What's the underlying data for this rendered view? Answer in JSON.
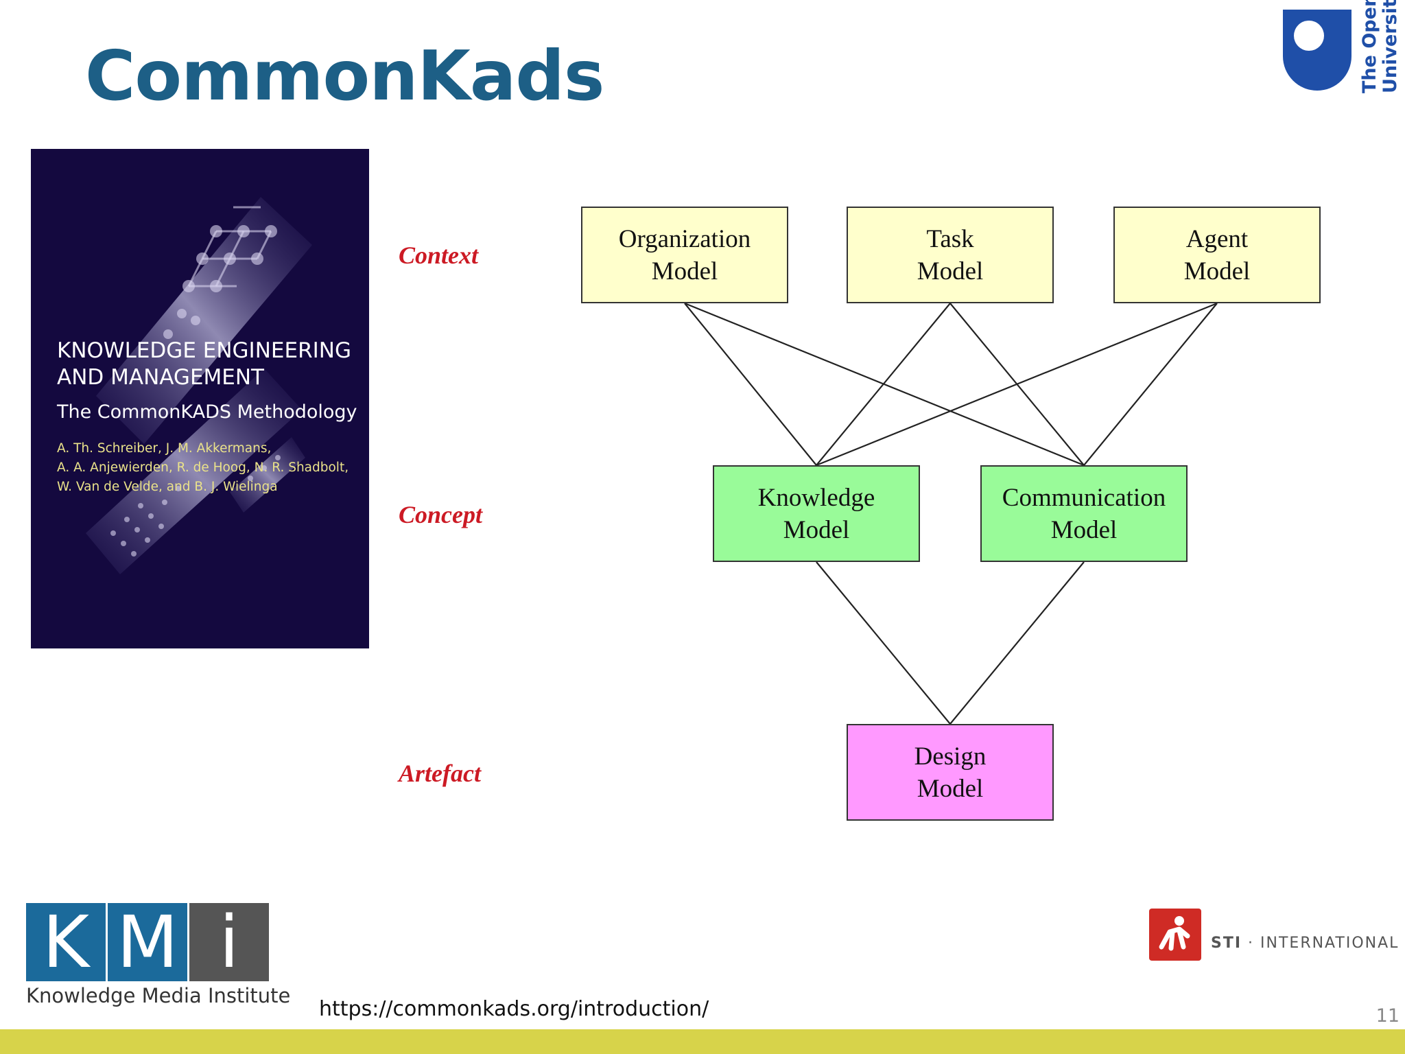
{
  "slide": {
    "title": "CommonKads",
    "url": "https://commonkads.org/introduction/",
    "page_number": "11"
  },
  "logos": {
    "ou_text": "The Open\nUniversity",
    "kmi_letters": [
      "K",
      "M",
      "i"
    ],
    "kmi_caption": "Knowledge Media Institute",
    "sti_brand": "STI",
    "sti_suffix": "· INTERNATIONAL"
  },
  "book": {
    "title_line1": "KNOWLEDGE ENGINEERING",
    "title_line2": "AND MANAGEMENT",
    "subtitle": "The CommonKADS Methodology",
    "authors": [
      "A. Th. Schreiber, J. M. Akkermans,",
      "A. A. Anjewierden, R. de Hoog, N. R. Shadbolt,",
      "W. Van de Velde, and B. J. Wielinga"
    ]
  },
  "diagram": {
    "levels": {
      "context": "Context",
      "concept": "Concept",
      "artefact": "Artefact"
    },
    "models": {
      "organization": [
        "Organization",
        "Model"
      ],
      "task": [
        "Task",
        "Model"
      ],
      "agent": [
        "Agent",
        "Model"
      ],
      "knowledge": [
        "Knowledge",
        "Model"
      ],
      "communication": [
        "Communication",
        "Model"
      ],
      "design": [
        "Design",
        "Model"
      ]
    },
    "edges": [
      [
        "organization",
        "knowledge"
      ],
      [
        "organization",
        "communication"
      ],
      [
        "task",
        "knowledge"
      ],
      [
        "task",
        "communication"
      ],
      [
        "agent",
        "knowledge"
      ],
      [
        "agent",
        "communication"
      ],
      [
        "knowledge",
        "design"
      ],
      [
        "communication",
        "design"
      ]
    ]
  },
  "colors": {
    "title": "#1d5f86",
    "context_fill": "#ffffcc",
    "concept_fill": "#99fb99",
    "artefact_fill": "#ff99ff",
    "level_label": "#cc1a24",
    "footer_bar": "#d7d34a",
    "kmi_blue": "#1b6a9b",
    "kmi_gray": "#555555"
  }
}
